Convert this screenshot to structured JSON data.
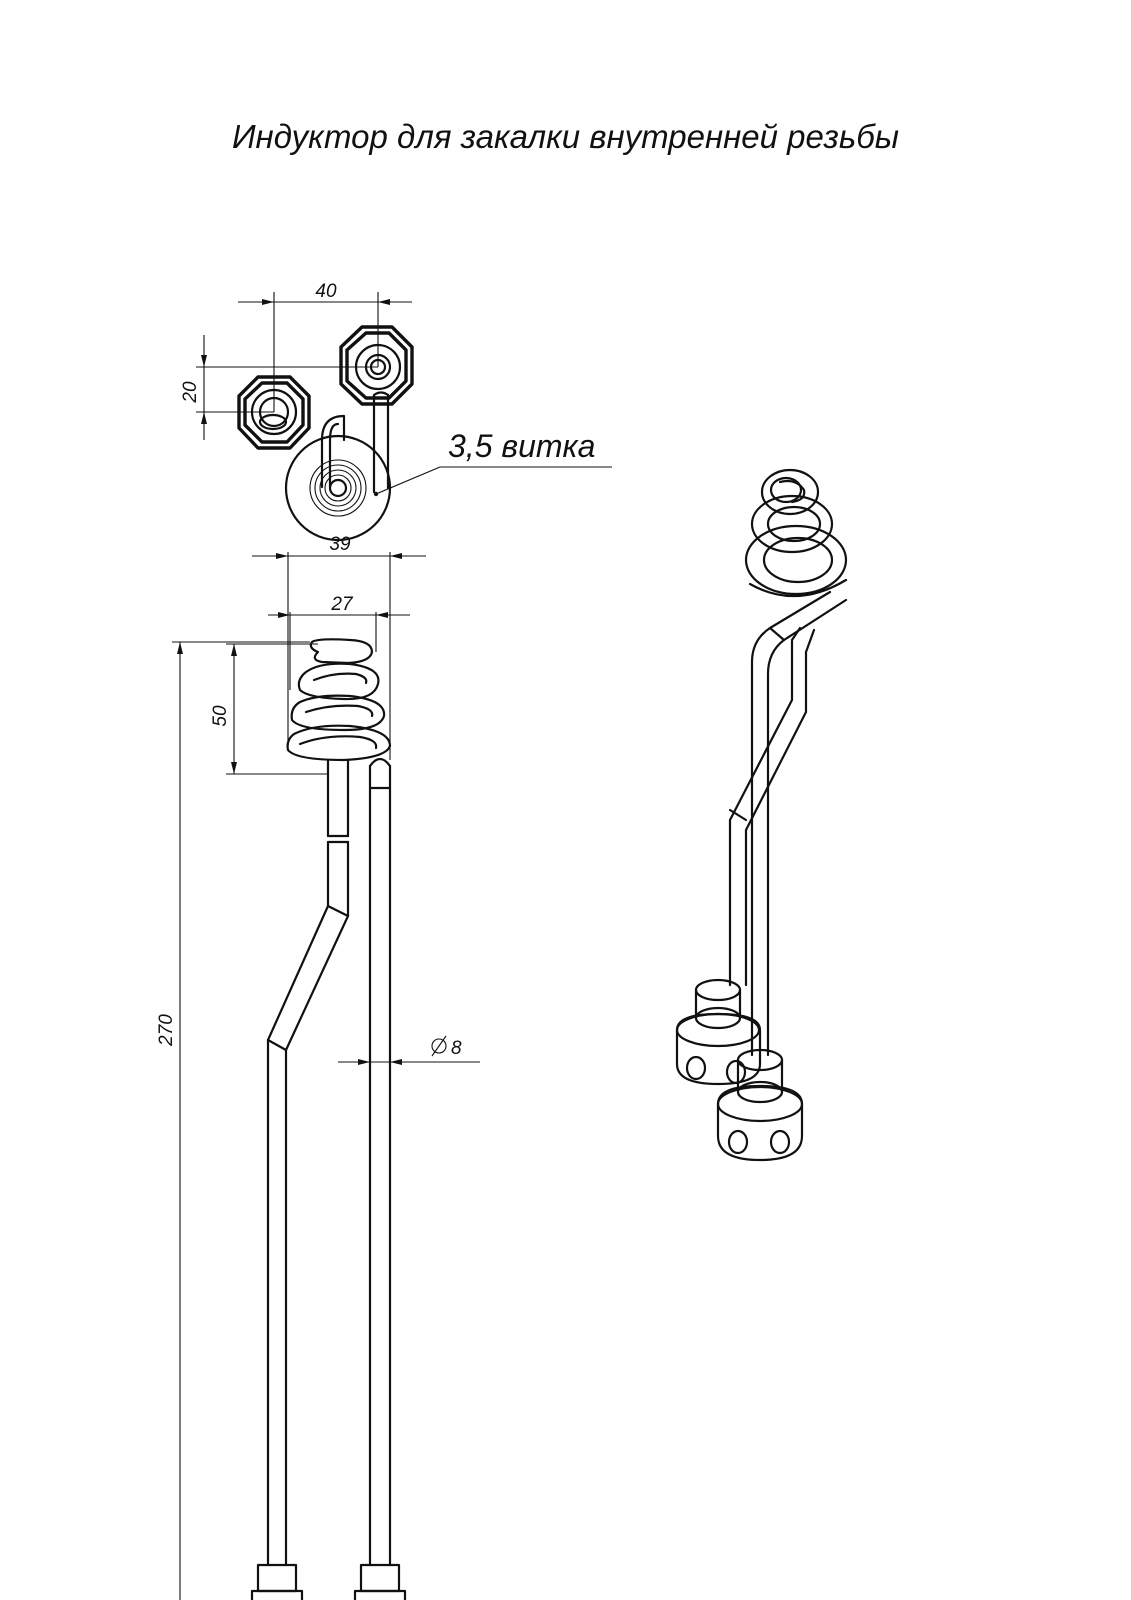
{
  "title": "Индуктор для закалки внутренней резьбы",
  "dimensions": {
    "top_spacing": "40",
    "top_offset": "20",
    "turns_callout": "3,5 витка",
    "coil_outer": "39",
    "coil_inner": "27",
    "coil_height": "50",
    "total_length": "270",
    "tube_diameter": "8"
  }
}
